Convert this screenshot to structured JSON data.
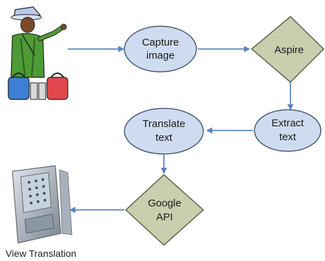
{
  "nodes": {
    "capture": {
      "line1": "Capture",
      "line2": "image"
    },
    "aspire": {
      "label": "Aspire"
    },
    "extract": {
      "line1": "Extract",
      "line2": "text"
    },
    "translate": {
      "line1": "Translate",
      "line2": "text"
    },
    "google": {
      "line1": "Google",
      "line2": "API"
    }
  },
  "caption": "View Translation",
  "colors": {
    "ellipse_fill": "#cfdcef",
    "ellipse_stroke": "#4a5a78",
    "diamond_fill": "#c9cfae",
    "diamond_stroke": "#5a6048",
    "arrow": "#5b84c0"
  },
  "icons": [
    "traveler-illustration",
    "pda-device-illustration"
  ]
}
